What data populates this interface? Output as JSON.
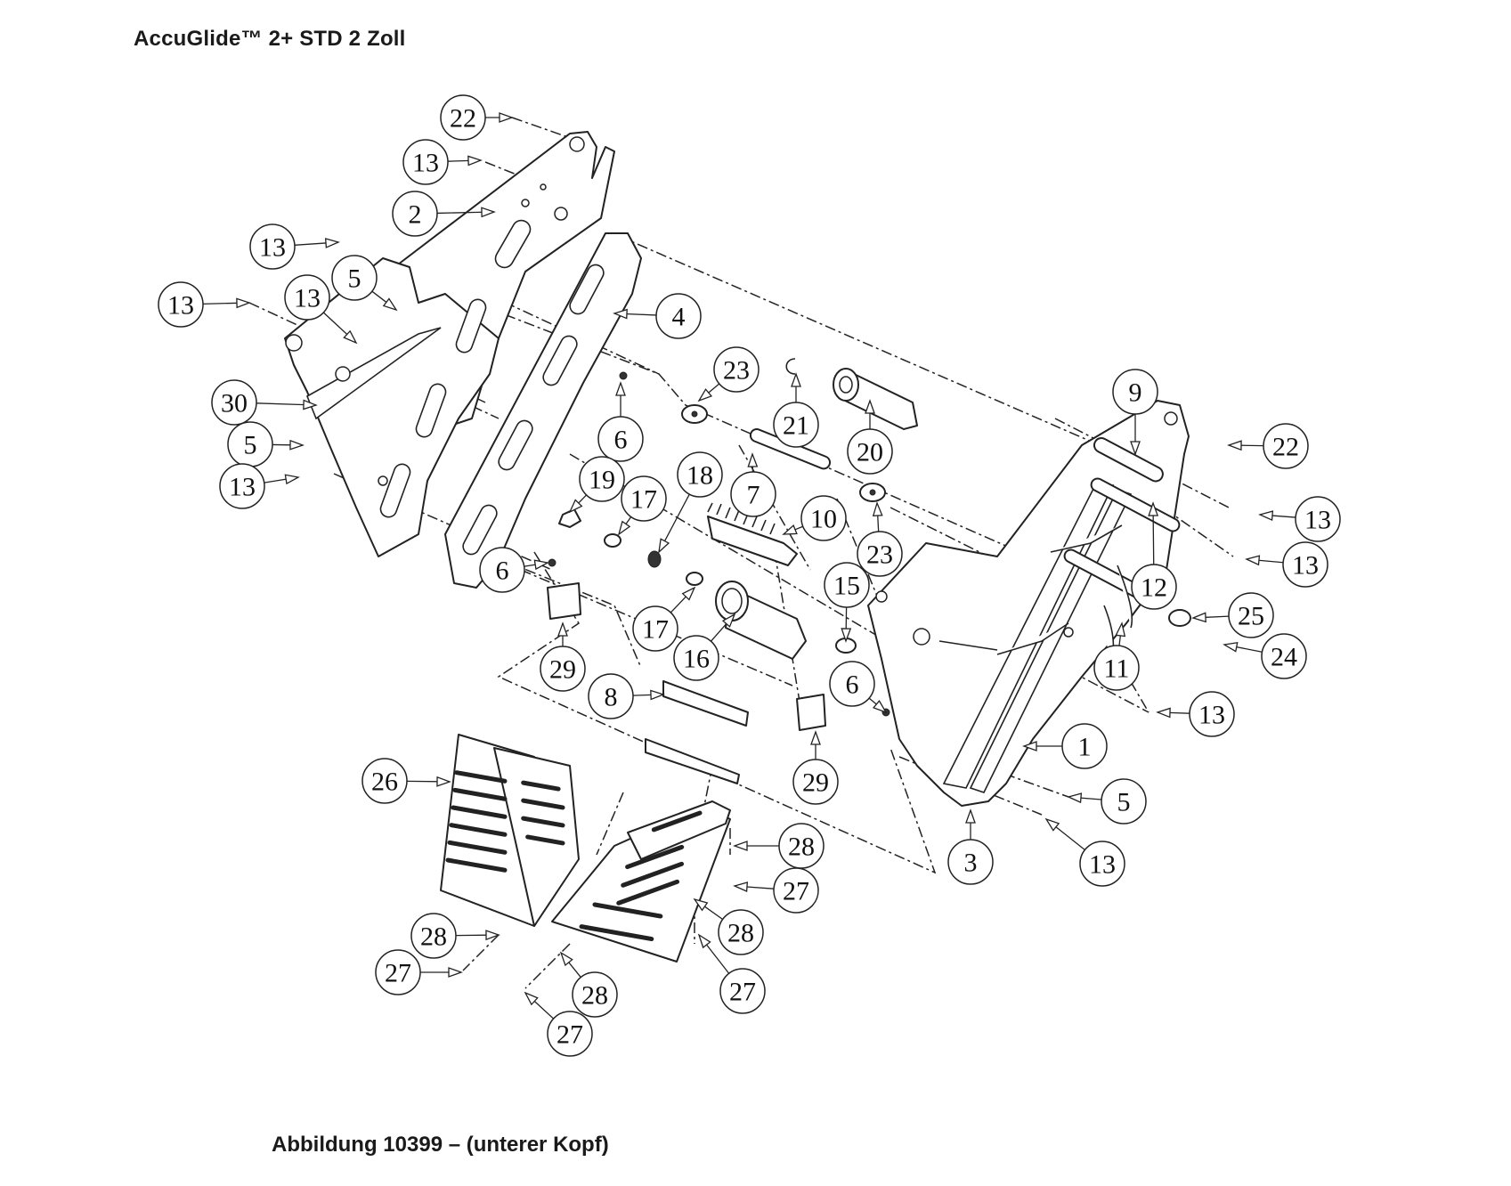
{
  "title": "AccuGlide™ 2+ STD 2 Zoll",
  "caption": "Abbildung 10399 – (unterer Kopf)",
  "callouts": [
    {
      "label": "22"
    },
    {
      "label": "13"
    },
    {
      "label": "2"
    },
    {
      "label": "13"
    },
    {
      "label": "5"
    },
    {
      "label": "13"
    },
    {
      "label": "13"
    },
    {
      "label": "4"
    },
    {
      "label": "30"
    },
    {
      "label": "5"
    },
    {
      "label": "13"
    },
    {
      "label": "6"
    },
    {
      "label": "23"
    },
    {
      "label": "21"
    },
    {
      "label": "20"
    },
    {
      "label": "9"
    },
    {
      "label": "22"
    },
    {
      "label": "19"
    },
    {
      "label": "17"
    },
    {
      "label": "18"
    },
    {
      "label": "7"
    },
    {
      "label": "10"
    },
    {
      "label": "23"
    },
    {
      "label": "13"
    },
    {
      "label": "13"
    },
    {
      "label": "12"
    },
    {
      "label": "6"
    },
    {
      "label": "17"
    },
    {
      "label": "16"
    },
    {
      "label": "15"
    },
    {
      "label": "25"
    },
    {
      "label": "24"
    },
    {
      "label": "11"
    },
    {
      "label": "29"
    },
    {
      "label": "8"
    },
    {
      "label": "6"
    },
    {
      "label": "13"
    },
    {
      "label": "1"
    },
    {
      "label": "29"
    },
    {
      "label": "26"
    },
    {
      "label": "5"
    },
    {
      "label": "3"
    },
    {
      "label": "13"
    },
    {
      "label": "28"
    },
    {
      "label": "27"
    },
    {
      "label": "28"
    },
    {
      "label": "28"
    },
    {
      "label": "27"
    },
    {
      "label": "27"
    },
    {
      "label": "28"
    },
    {
      "label": "27"
    }
  ]
}
